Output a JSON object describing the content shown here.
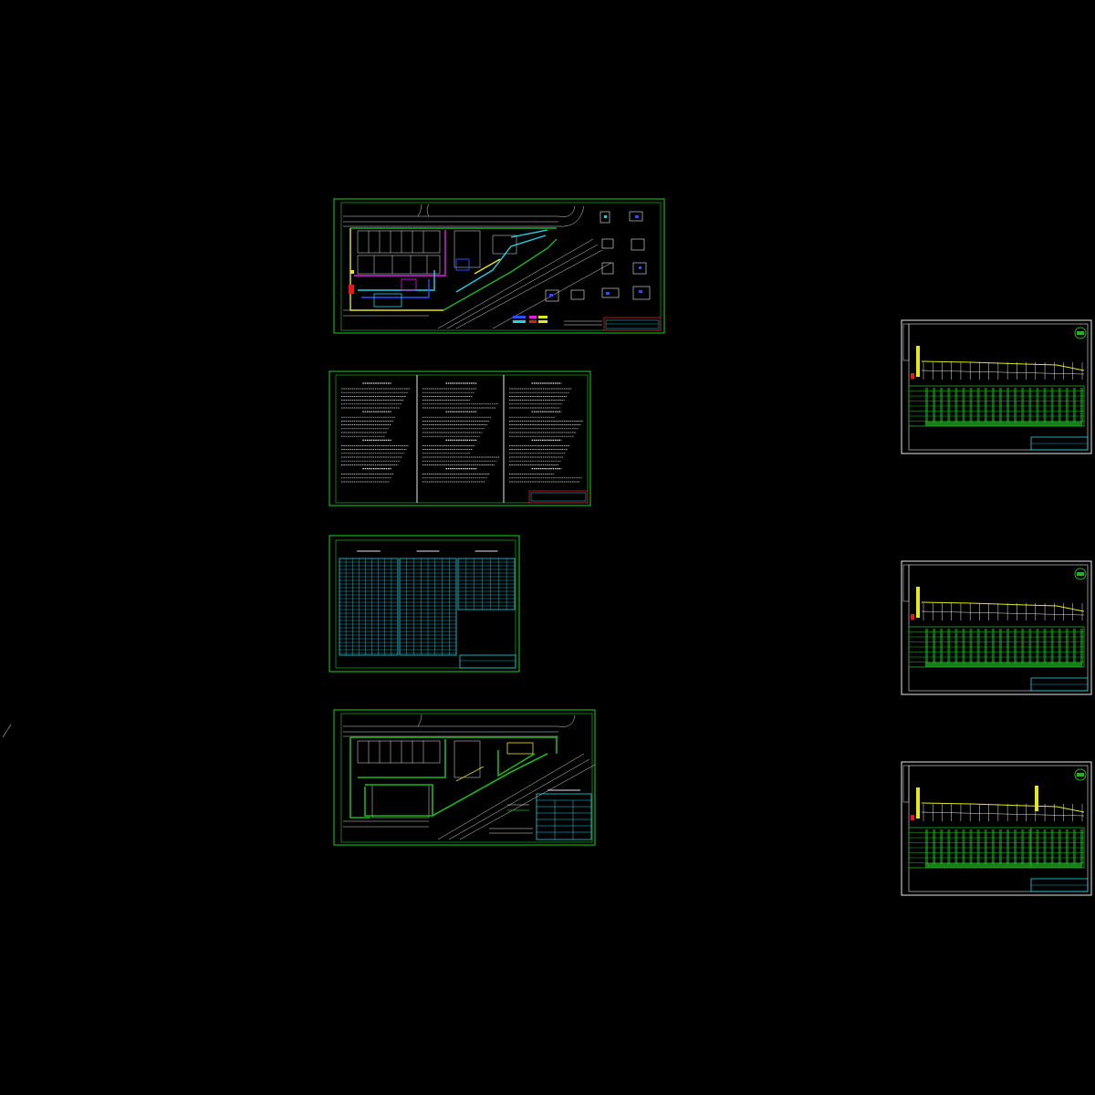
{
  "viewport": {
    "background": "#000000"
  },
  "colors": {
    "frame": "#19d219",
    "white": "#e8e8e8",
    "cyan": "#22d3e6",
    "yellow": "#e6e619",
    "magenta": "#e61ee6",
    "red": "#e61919",
    "blue": "#2a4dff",
    "green_fill": "#1fb51f"
  },
  "sheets": [
    {
      "id": "site-plan-drainage",
      "kind": "plan"
    },
    {
      "id": "design-notes",
      "kind": "text"
    },
    {
      "id": "quantity-tables",
      "kind": "table"
    },
    {
      "id": "site-plan-water",
      "kind": "plan"
    },
    {
      "id": "profile-1",
      "kind": "profile"
    },
    {
      "id": "profile-2",
      "kind": "profile"
    },
    {
      "id": "profile-3",
      "kind": "profile"
    }
  ]
}
